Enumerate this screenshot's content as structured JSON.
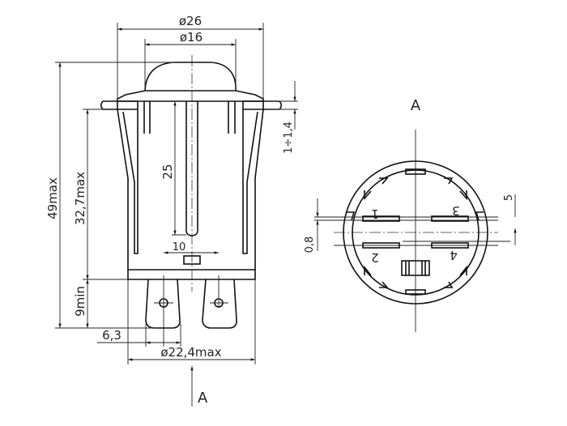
{
  "side_view": {
    "dim_outer_diameter": "ø26",
    "dim_cap_diameter": "ø16",
    "dim_total_height": "49max",
    "dim_body_height": "32,7max",
    "dim_terminal_length": "9min",
    "dim_plunger": "25",
    "dim_terminal_pitch": "10",
    "dim_terminal_width": "6,3",
    "dim_body_diameter": "ø22,4max",
    "dim_panel_thickness": "1÷1,4",
    "view_arrow_label": "A"
  },
  "end_view": {
    "title": "A",
    "terminals": [
      "1",
      "2",
      "3",
      "4"
    ],
    "dim_terminal_spacing": "5",
    "dim_terminal_thickness": "0,8"
  }
}
